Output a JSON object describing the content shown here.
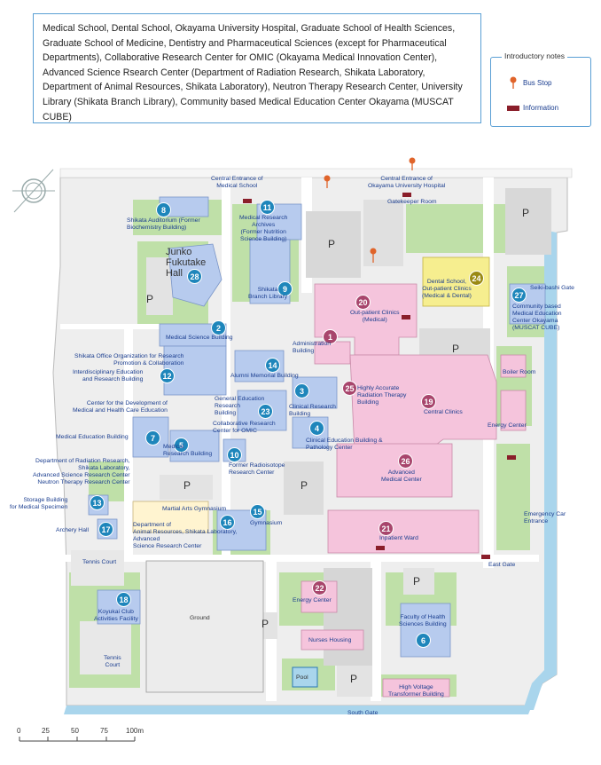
{
  "intro_text": "Medical School, Dental School, Okayama University Hospital, Graduate School of Health Sciences, Graduate School of Medicine, Dentistry and Pharmaceutical Sciences (except for Pharmaceutical Departments), Collaborative Research Center for OMIC (Okayama Medical Innovation Center), Advanced Science Rsearch Center (Department of Radiation Research, Shikata Laboratory, Department of Animal Resources, Shikata Laboratory), Neutron Therapy Research Center, University Library (Shikata Branch Library), Community based Medical Education Center Okayama (MUSCAT CUBE)",
  "legend": {
    "title": "Introductory notes",
    "items": [
      {
        "label": "Bus Stop",
        "icon": "bus-stop-icon",
        "color": "#e0642a"
      },
      {
        "label": "Information",
        "icon": "information-icon",
        "color": "#8a1e2a"
      }
    ]
  },
  "colors": {
    "green": "#bfe0a8",
    "blue_building": "#b7cbee",
    "pink_building": "#f5c4dc",
    "gray_building": "#d8d8d8",
    "water": "#a9d5ec",
    "road": "#ffffff",
    "accent_blue": "#1e86bb",
    "accent_pink": "#a8456c",
    "accent_gold": "#9a8a14"
  },
  "parking_label": "P",
  "markers": [
    {
      "n": "1",
      "kind": "pink"
    },
    {
      "n": "2",
      "kind": "blue"
    },
    {
      "n": "3",
      "kind": "blue"
    },
    {
      "n": "4",
      "kind": "blue"
    },
    {
      "n": "5",
      "kind": "blue"
    },
    {
      "n": "6",
      "kind": "blue"
    },
    {
      "n": "7",
      "kind": "blue"
    },
    {
      "n": "8",
      "kind": "blue"
    },
    {
      "n": "9",
      "kind": "blue"
    },
    {
      "n": "10",
      "kind": "blue"
    },
    {
      "n": "11",
      "kind": "blue"
    },
    {
      "n": "12",
      "kind": "blue"
    },
    {
      "n": "13",
      "kind": "blue"
    },
    {
      "n": "14",
      "kind": "blue"
    },
    {
      "n": "15",
      "kind": "blue"
    },
    {
      "n": "16",
      "kind": "blue"
    },
    {
      "n": "17",
      "kind": "blue"
    },
    {
      "n": "18",
      "kind": "blue"
    },
    {
      "n": "19",
      "kind": "pink"
    },
    {
      "n": "20",
      "kind": "pink"
    },
    {
      "n": "21",
      "kind": "pink"
    },
    {
      "n": "22",
      "kind": "pink"
    },
    {
      "n": "23",
      "kind": "blue"
    },
    {
      "n": "24",
      "kind": "gold"
    },
    {
      "n": "25",
      "kind": "pink"
    },
    {
      "n": "26",
      "kind": "pink"
    },
    {
      "n": "27",
      "kind": "blue"
    },
    {
      "n": "28",
      "kind": "blue"
    }
  ],
  "labels": {
    "central_entrance_med": "Central Entrance of\nMedical School",
    "central_entrance_hosp": "Central Entrance of\nOkayama University Hospital",
    "gatekeeper": "Gatekeeper Room",
    "shikata_auditorium": "Shikata Auditorium (Former\nBiochemistry Building)",
    "medical_research_archives": "Medical Research\nArchives\n(Former Nutrition\nScience Building)",
    "junko": "Junko\nFukutake\nHall",
    "shikata_branch_library": "Shikata\nBranch Library",
    "dental_school": "Dental School,\nOut-patient Clinics\n(Medical & Dental)",
    "seiki_bashi": "Seiki-bashi Gate",
    "community_based": "Community based\nMedical Education\nCenter Okayama\n(MUSCAT CUBE)",
    "outpatient_medical": "Out-patient Clinics\n(Medical)",
    "medical_science_building": "Medical Science Building",
    "administration": "Administration\nBuilding",
    "shikata_office": "Shikata Office Organization for Research\nPromotion & Collaboration",
    "interdisciplinary": "Interdisciplinary Education\nand Research Building",
    "alumni": "Alumni Memorial Building",
    "highly_accurate": "Highly Accurate\nRadiation Therapy\nBuilding",
    "central_clinics": "Central Clinics",
    "boiler": "Boiler Room",
    "center_dev": "Center for the Development of\nMedical and Health Care Education",
    "general_education": "General Education\nResearch\nBuilding",
    "collaborative_omic": "Collaborative Research\nCenter for OMIC",
    "clinical_research": "Clinical Research\nBuilding",
    "energy_center_e": "Energy Center",
    "medical_education": "Medical Education Building",
    "medical_research": "Medical\nResearch Building",
    "clinical_education": "Clinical Education Building &\nPathology Center",
    "former_radioisotope": "Former Radioisotope\nResearch Center",
    "advanced_medical": "Advanced\nMedical Center",
    "dept_radiation": "Department of Radiation Research,\nShikata Laboratory,\nAdvanced Science Research Center\nNeutron Therapy Research Center",
    "storage": "Storage Building\nfor Medical Specimen",
    "martial_arts": "Martial Arts Gymnasium",
    "gymnasium": "Gymnasium",
    "archery": "Archery Hall",
    "dept_animal": "Department of\nAnimal Resources, Shikata Laboratory,\nAdvanced\nScience Research Center",
    "inpatient": "Inpatient Ward",
    "emergency": "Emergency Car\nEntrance",
    "east_gate": "East Gate",
    "tennis_court_1": "Tennis Court",
    "koyukai": "Koyukai Club\nActivities Facility",
    "ground": "Ground",
    "energy_center_s": "Energy Center",
    "faculty_health": "Faculty of Health\nSciences Building",
    "nurses": "Nurses Housing",
    "tennis_court_2": "Tennis\nCourt",
    "pool": "Pool",
    "high_voltage": "High Voltage\nTransformer Building",
    "south_gate": "South Gate"
  },
  "scale": {
    "ticks": [
      "0",
      "25",
      "50",
      "75",
      "100m"
    ]
  }
}
